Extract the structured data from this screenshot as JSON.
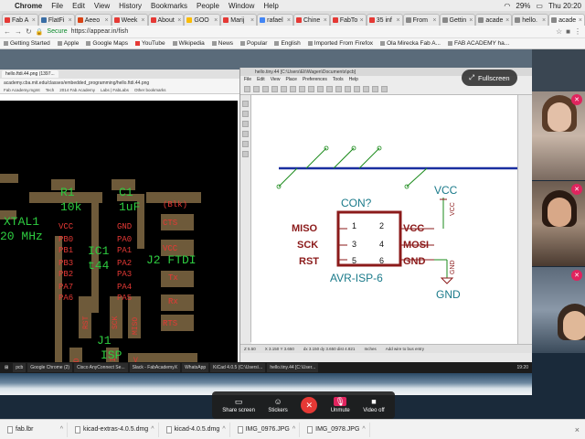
{
  "menubar": {
    "app": "Chrome",
    "items": [
      "File",
      "Edit",
      "View",
      "History",
      "Bookmarks",
      "People",
      "Window",
      "Help"
    ],
    "battery": "29%",
    "clock": "Thu 20:20"
  },
  "tabs": [
    {
      "label": "Fab A"
    },
    {
      "label": "FlatFi"
    },
    {
      "label": "Aeeo"
    },
    {
      "label": "Week"
    },
    {
      "label": "About"
    },
    {
      "label": "GOO"
    },
    {
      "label": "Marij"
    },
    {
      "label": "rafael"
    },
    {
      "label": "Chine"
    },
    {
      "label": "FabTo"
    },
    {
      "label": "35 inf"
    },
    {
      "label": "From"
    },
    {
      "label": "Gettin"
    },
    {
      "label": "acade"
    },
    {
      "label": "hello."
    },
    {
      "label": "acade"
    }
  ],
  "address": {
    "secure_label": "Secure",
    "url": "https://appear.in/fish"
  },
  "bookmarks": [
    {
      "label": "Getting Started"
    },
    {
      "label": "Apple"
    },
    {
      "label": "Google Maps"
    },
    {
      "label": "YouTube"
    },
    {
      "label": "Wikipedia"
    },
    {
      "label": "News"
    },
    {
      "label": "Popular"
    },
    {
      "label": "English"
    },
    {
      "label": "Imported From Firefox"
    },
    {
      "label": "Ola Mirecka Fab A..."
    },
    {
      "label": "FAB ACADEMY ha..."
    }
  ],
  "shared": {
    "left_window": {
      "tab": "hello.ftdi.44.png (1397...",
      "url": "academy.cba.mit.edu/classes/embedded_programming/hello.ftdi.44.png",
      "bookmarks": [
        "Fab Academy.mgmt",
        "Tech",
        "2014 Fab Academy",
        "Labs | FabLabs",
        "Other bookmarks"
      ],
      "board_labels": {
        "r1": "R1",
        "r1v": "10k",
        "c1": "C1",
        "c1v": "1uF",
        "blk": "(Blk)",
        "xtal": "XTAL1",
        "xtalv": "20 MHz",
        "ic1": "IC1",
        "t44": "t44",
        "j2": "J2 FTDI",
        "j1": "J1",
        "isp": "ISP",
        "vcc": "VCC",
        "gnd": "GND",
        "cts": "CTS",
        "vcc2": "VCC",
        "tx": "Tx",
        "rx": "Rx",
        "rts": "RTS",
        "rst": "RST",
        "sck": "SCK",
        "miso": "MISO",
        "gnd2": "GND",
        "mosi": "MOSI",
        "v": "V",
        "pb0": "PB0",
        "pb1": "PB1",
        "pb3": "PB3",
        "pb2": "PB2",
        "pa7": "PA7",
        "pa6": "PA6",
        "pa0": "PA0",
        "pa1": "PA1",
        "pa2": "PA2",
        "pa3": "PA3",
        "pa4": "PA4",
        "pa5": "PA5"
      }
    },
    "kicad": {
      "title": "hello.tiny.44 [C:\\Users\\Eli\\Wagen\\Documents\\pcb]",
      "menu": [
        "File",
        "Edit",
        "View",
        "Place",
        "Preferences",
        "Tools",
        "Help"
      ],
      "schematic": {
        "ref": "CON?",
        "value": "AVR-ISP-6",
        "pin1": "1",
        "pin2": "2",
        "pin3": "3",
        "pin4": "4",
        "pin5": "5",
        "pin6": "6",
        "miso": "MISO",
        "sck": "SCK",
        "rst": "RST",
        "vcc": "VCC",
        "mosi": "MOSI",
        "gnd": "GND",
        "pwr_vcc": "VCC",
        "pwr_gnd": "GND",
        "pwr_vcc_side": "VCC",
        "pwr_gnd_side": "GND"
      },
      "status": [
        "Z 5.50",
        "X 3.150  Y 3.650",
        "dx 3.150  dy 3.650  dist 4.821",
        "Inches",
        "Add wire to bus entry"
      ]
    },
    "fullscreen_label": "Fullscreen",
    "taskbar": [
      {
        "label": "pcb"
      },
      {
        "label": "Google Chrome (2)"
      },
      {
        "label": "Cisco AnyConnect Se..."
      },
      {
        "label": "Slack - FabAcademyX"
      },
      {
        "label": "WhatsApp"
      },
      {
        "label": "KiCad 4.0.5 (C:\\Users\\..."
      },
      {
        "label": "hello.tiny.44 [C:\\User..."
      }
    ],
    "taskbar_clock": "19:20"
  },
  "controls": {
    "share": "Share screen",
    "stickers": "Stickers",
    "unmute": "Unmute",
    "video": "Video off"
  },
  "downloads": [
    {
      "label": "fab.lbr"
    },
    {
      "label": "kicad-extras-4.0.5.dmg"
    },
    {
      "label": "kicad-4.0.5.dmg"
    },
    {
      "label": "IMG_0976.JPG"
    },
    {
      "label": "IMG_0978.JPG"
    }
  ]
}
